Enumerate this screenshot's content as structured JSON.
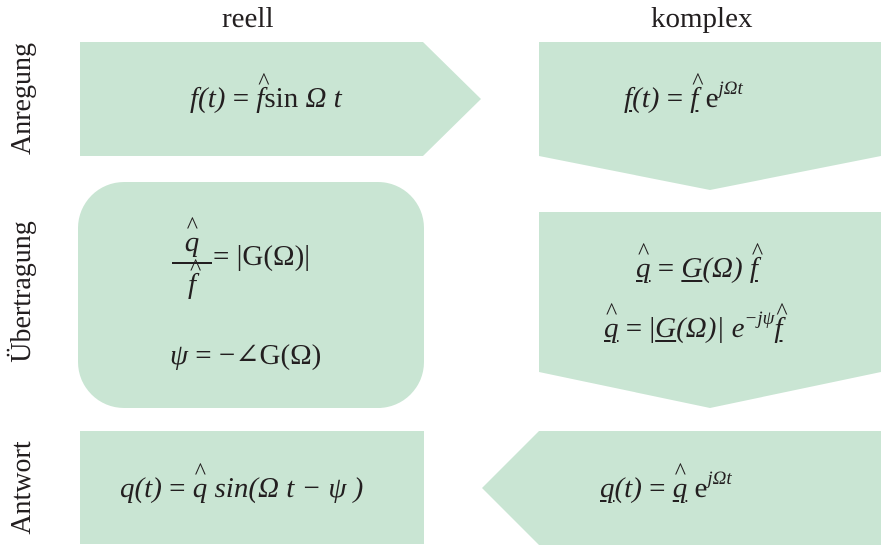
{
  "columns": {
    "reell": "reell",
    "komplex": "komplex"
  },
  "rows": {
    "anregung": "Anregung",
    "uebertragung": "Übertragung",
    "antwort": "Antwort"
  },
  "formulas": {
    "excitation_real": {
      "lhs": "f(t)",
      "eq": " = ",
      "amp": "f",
      "func": "sin",
      "arg": " Ω t"
    },
    "excitation_complex": {
      "lhs": "f",
      "arg": "(t)",
      "eq": " = ",
      "amp": "f",
      "exp_base": " e",
      "exp": "jΩt"
    },
    "transfer_real_1": {
      "num": "q",
      "den": "f",
      "rhs": " = |G(Ω)|"
    },
    "transfer_real_2": {
      "lhs": "ψ",
      "rhs": " = −∠G(Ω)"
    },
    "transfer_complex_1": {
      "lhs": "q",
      "eq": " = ",
      "g": "G",
      "arg": "(Ω) ",
      "f": "f"
    },
    "transfer_complex_2": {
      "lhs": "q",
      "eq": " = |",
      "g": "G",
      "arg": "(Ω)| e",
      "exp": "−jψ",
      "f": "f"
    },
    "response_real": {
      "lhs": "q(t)",
      "eq": " = ",
      "amp": "q",
      "rest": " sin(Ω t − ψ )"
    },
    "response_complex": {
      "lhs": "q",
      "arg": "(t)",
      "eq": " = ",
      "amp": "q",
      "exp_base": " e",
      "exp": "jΩt"
    }
  },
  "colors": {
    "box_fill": "#c9e5d3",
    "text": "#231f20"
  }
}
